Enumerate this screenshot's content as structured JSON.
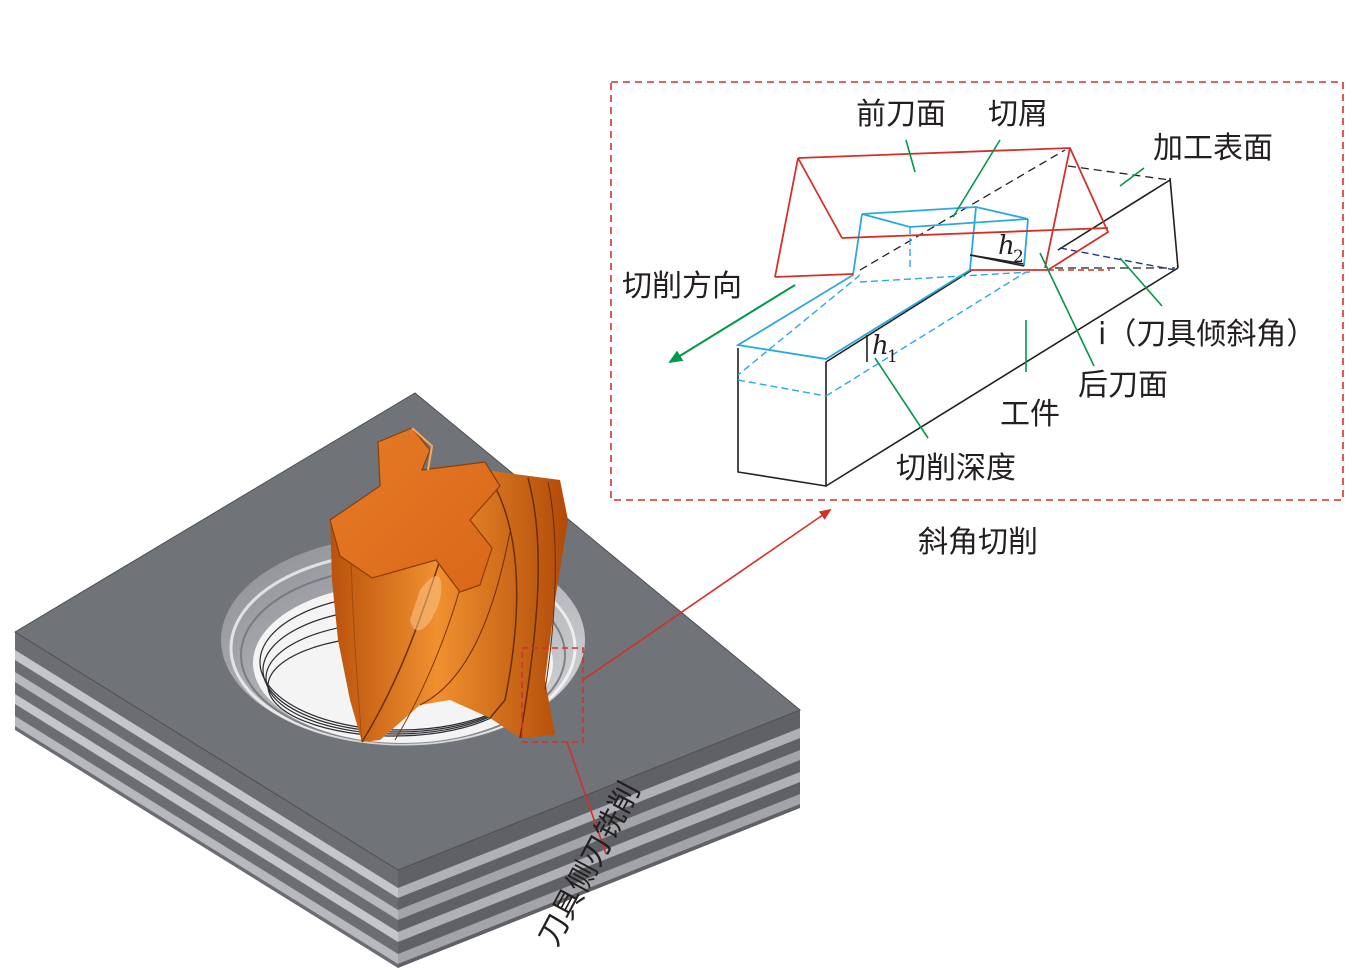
{
  "labels": {
    "front_face": "前刀面",
    "chip": "切屑",
    "machined_surface": "加工表面",
    "cut_direction": "切削方向",
    "inclination_angle": "i（刀具倾斜角）",
    "back_face": "后刀面",
    "workpiece": "工件",
    "cut_depth": "切削深度",
    "oblique_cutting": "斜角切削",
    "side_edge_milling": "刀具侧刃铣削",
    "h1_base": "h",
    "h1_sub": "1",
    "h2_base": "h",
    "h2_sub": "2"
  },
  "colors": {
    "tool_red": "#d2312a",
    "chip_blue": "#2ba9de",
    "leader_green": "#00994c",
    "inset_border": "#d2312a",
    "workpiece_line": "#231f20",
    "plate_top": "#707378",
    "plate_side": "#8c8e96",
    "cutter_orange": "#e0731c"
  }
}
